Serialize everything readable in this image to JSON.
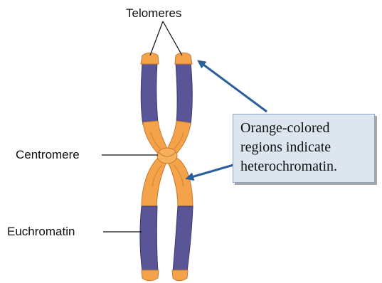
{
  "labels": {
    "telomeres": "Telomeres",
    "centromere": "Centromere",
    "euchromatin": "Euchromatin"
  },
  "callout": {
    "lines": [
      "Orange-colored",
      "regions indicate",
      "heterochromatin."
    ]
  },
  "colors": {
    "euchromatin": "#5a5596",
    "heterochromatin": "#f5a34a",
    "arrow": "#2a5e9c",
    "callout_background": "#dde5ef"
  }
}
